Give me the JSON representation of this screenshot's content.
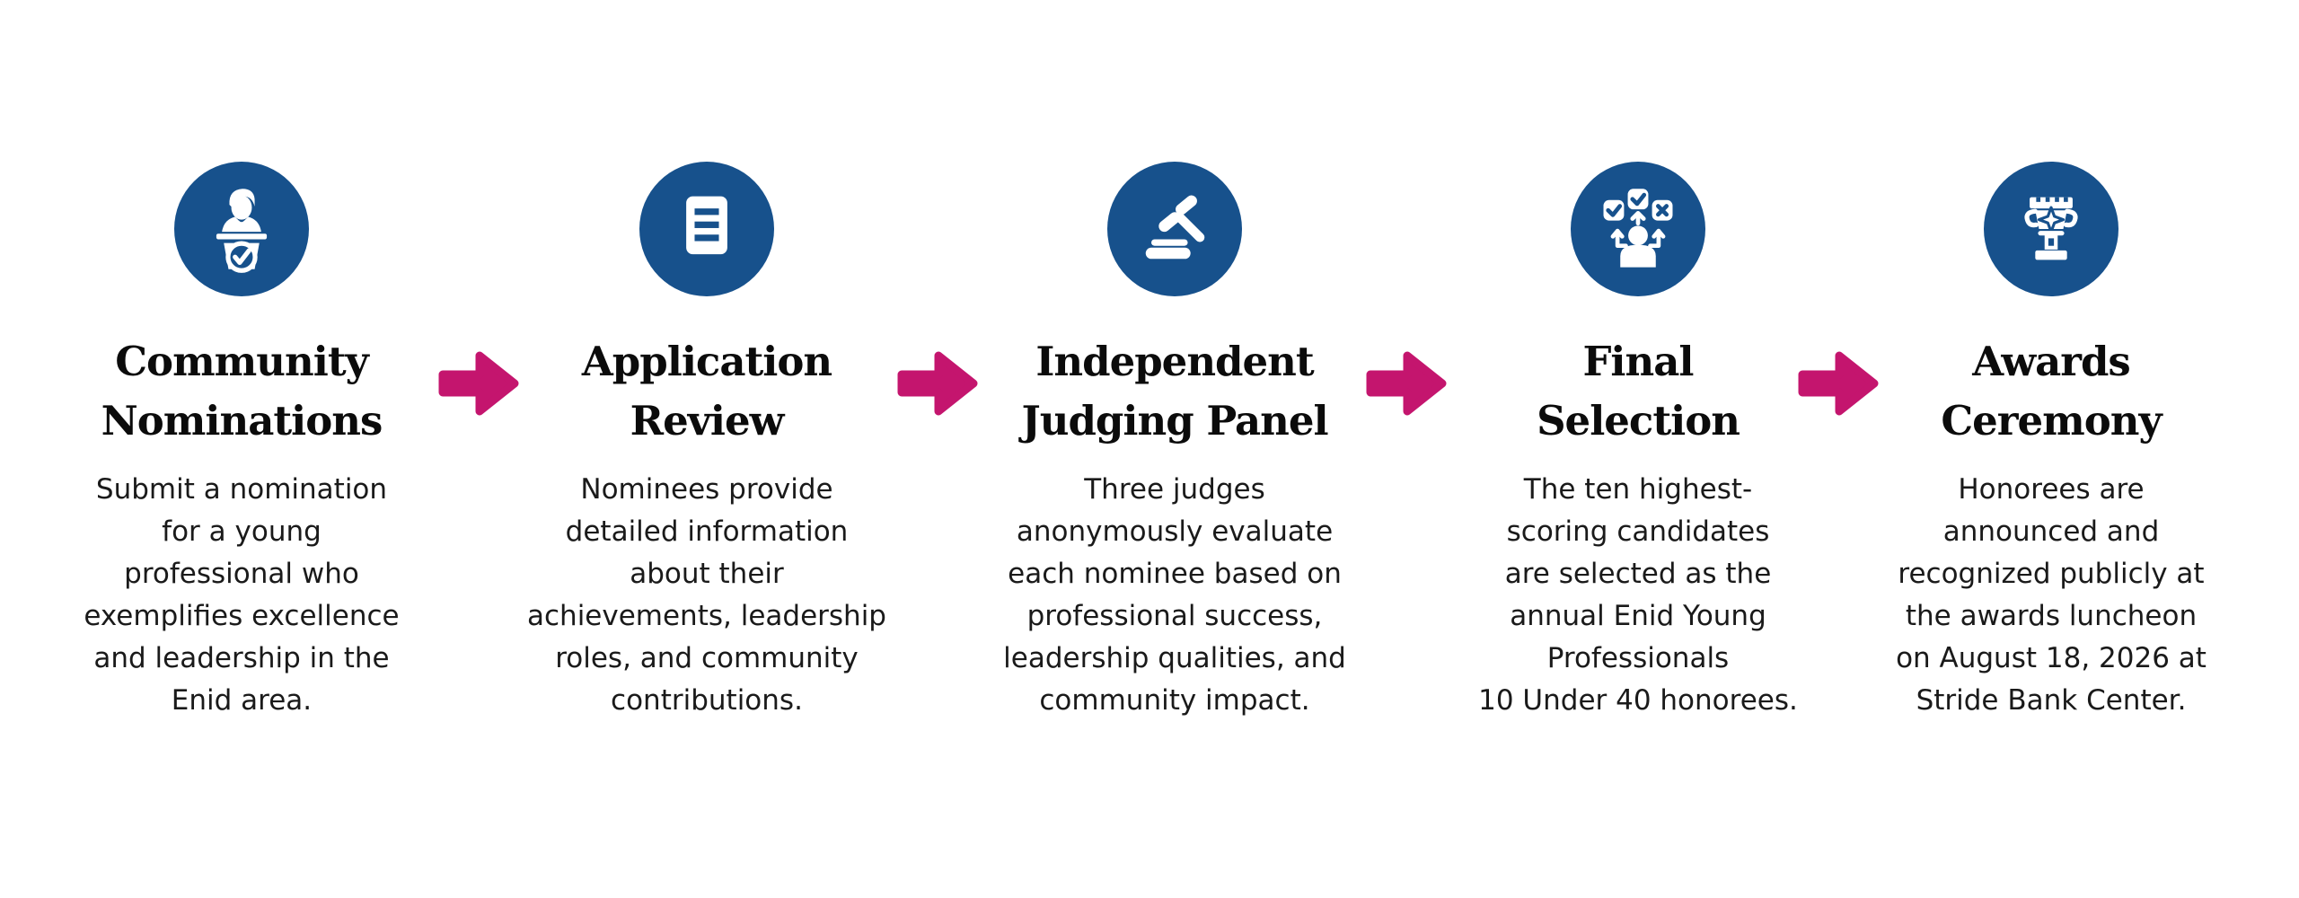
{
  "infographic": {
    "background_color": "#FFFFFF",
    "circle_color": "#17518C",
    "arrow_color": "#C4156E",
    "title_color": "#0B0B0B",
    "description_color": "#1A1A1A",
    "icon_color": "#FFFFFF",
    "arrow_count": 4
  },
  "steps": [
    {
      "icon": "podium-speaker-icon",
      "title": "Community\nNominations",
      "description": "Submit a nomination\nfor a young\nprofessional who\nexemplifies excellence\nand leadership in the\nEnid area."
    },
    {
      "icon": "document-icon",
      "title": "Application\nReview",
      "description": "Nominees provide\ndetailed information\nabout their\nachievements, leadership\nroles, and community\ncontributions."
    },
    {
      "icon": "gavel-icon",
      "title": "Independent\nJudging Panel",
      "description": "Three judges\nanonymously evaluate\neach nominee based on\nprofessional success,\nleadership qualities, and\ncommunity impact."
    },
    {
      "icon": "candidate-selection-icon",
      "title": "Final\nSelection",
      "description": "The ten highest-\nscoring candidates\nare selected as the\nannual Enid Young\nProfessionals\n10 Under 40 honorees."
    },
    {
      "icon": "trophy-icon",
      "title": "Awards\nCeremony",
      "description": "Honorees are\nannounced and\nrecognized publicly at\nthe awards luncheon\non August 18, 2026 at\nStride Bank Center."
    }
  ]
}
